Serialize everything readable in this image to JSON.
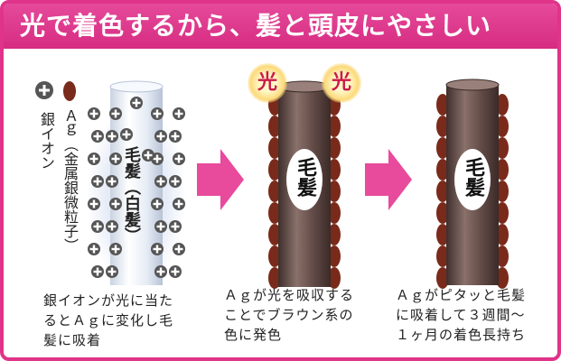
{
  "title": "光で着色するから、髪と頭皮にやさしい",
  "legend": {
    "silver_ion_label": "銀イオン",
    "ag_label": "Ａｇ（金属銀微粒子）"
  },
  "panels": [
    {
      "hair_label": "毛髪（白髪）",
      "caption_lines": [
        "銀イオンが光に当た",
        "るとＡｇに変化し毛",
        "髪に吸着"
      ]
    },
    {
      "light_label": "光",
      "hair_label": "毛髪",
      "caption_lines": [
        "Ａｇが光を吸収する",
        "ことでブラウン系の",
        "色に発色"
      ]
    },
    {
      "hair_label": "毛髪",
      "caption_lines": [
        "Ａｇがピタッと毛髪",
        "に吸着して３週間〜",
        "１ヶ月の着色長持ち"
      ]
    }
  ],
  "colors": {
    "accent": "#e0338a",
    "arrow": "#e84a9c",
    "ag_particle": "#7a2a1a",
    "hair_dark": "#5a4440",
    "hair_white": "#eef2f8"
  }
}
